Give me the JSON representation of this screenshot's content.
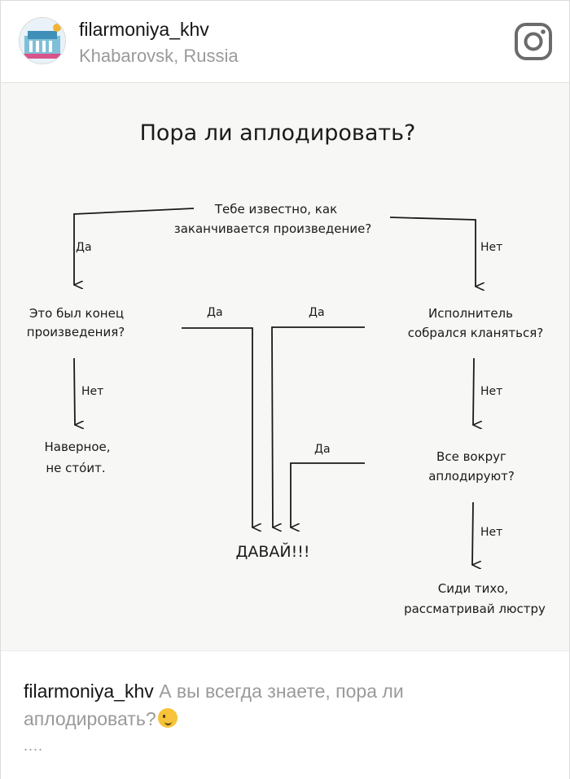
{
  "header": {
    "username": "filarmoniya_khv",
    "location": "Khabarovsk, Russia",
    "avatar_icon": "philharmonic-logo-avatar",
    "camera_icon": "instagram-icon"
  },
  "chart": {
    "title": "Пора ли аплодировать?",
    "root_line1": "Тебе известно, как",
    "root_line2": "заканчивается произведение?",
    "yes": "Да",
    "no": "Нет",
    "left_q_line1": "Это был конец",
    "left_q_line2": "произведения?",
    "left_end_line1": "Наверное,",
    "left_end_line2": "не сто́ит.",
    "right_q1_line1": "Исполнитель",
    "right_q1_line2": "собрался кланяться?",
    "right_q2_line1": "Все вокруг",
    "right_q2_line2": "аплодируют?",
    "right_end_line1": "Сиди тихо,",
    "right_end_line2": "рассматривай люстру",
    "center_result": "ДАВАЙ!!!"
  },
  "caption": {
    "username": "filarmoniya_khv",
    "text": "А вы всегда знаете, пора ли аплодировать?",
    "emoji": "winking-face-with-tongue",
    "more": "...."
  }
}
